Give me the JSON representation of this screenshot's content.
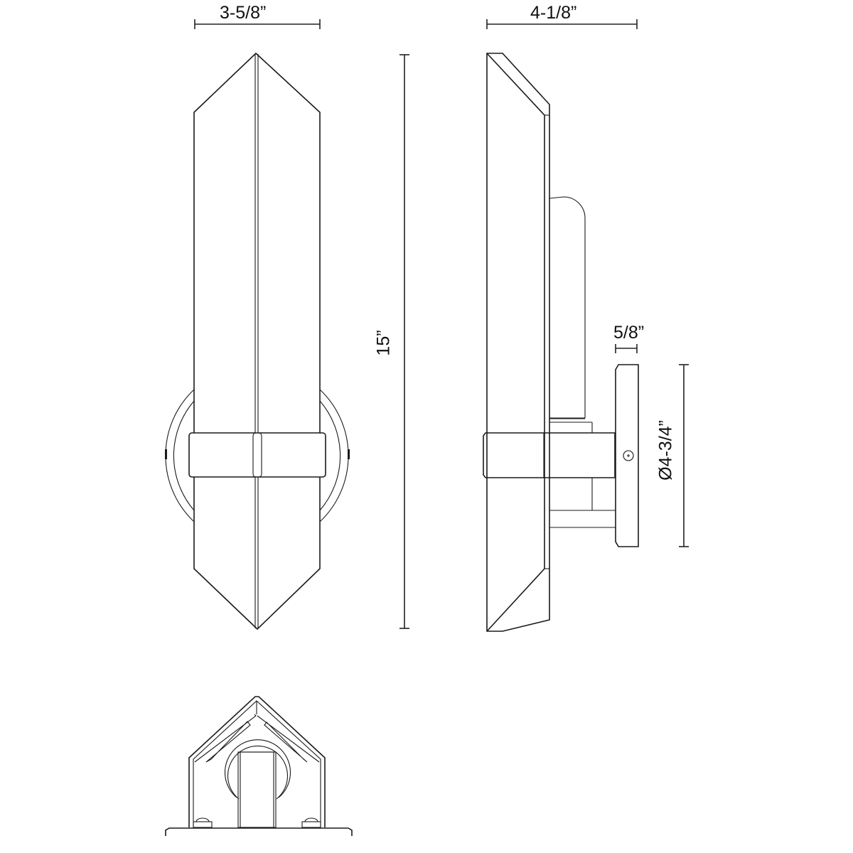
{
  "drawing": {
    "subject": "Wall sconce dimension drawing",
    "views": [
      "front-view",
      "side-view",
      "top-view"
    ],
    "line_color": "#1a1a1a",
    "background": "#ffffff"
  },
  "dimensions": {
    "front_width": "3-5/8”",
    "side_depth": "4-1/8”",
    "height": "15”",
    "backplate_thickness": "5/8”",
    "backplate_diameter": "Ø4-3/4”"
  }
}
